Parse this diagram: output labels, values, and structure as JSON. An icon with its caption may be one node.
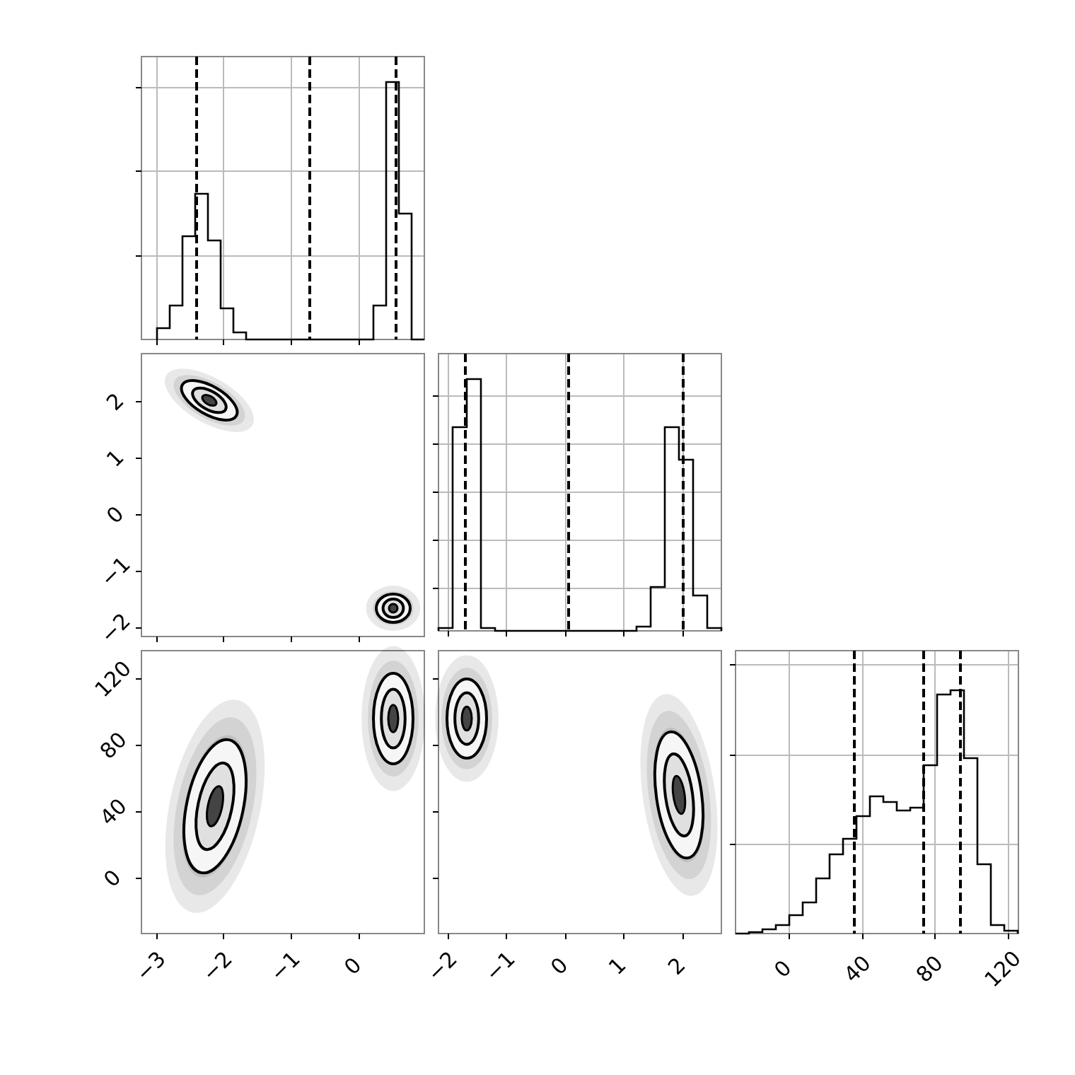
{
  "diagram": {
    "labels": [
      "2",
      "1",
      "0",
      "−1",
      "−2",
      "120",
      "80",
      "40",
      "0",
      "−3",
      "−2",
      "−1",
      "0",
      "−2",
      "−1",
      "0",
      "1",
      "2",
      "0",
      "40",
      "80",
      "120"
    ]
  }
}
